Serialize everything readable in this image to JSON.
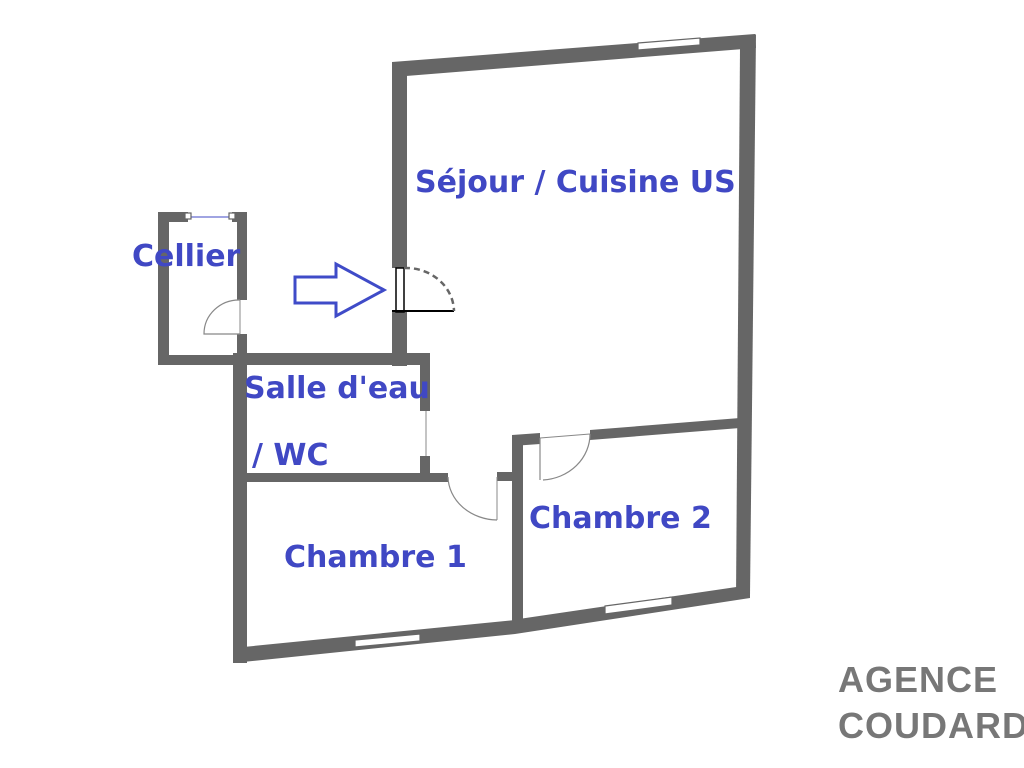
{
  "rooms": {
    "sejour": "Séjour / Cuisine US",
    "cellier": "Cellier",
    "salle_eau_line1": "Salle d'eau",
    "salle_eau_line2": "/ WC",
    "chambre1": "Chambre 1",
    "chambre2": "Chambre 2"
  },
  "logo": {
    "line1": "AGENCE",
    "line2": "COUDARD"
  },
  "colors": {
    "wall": "#666666",
    "label": "#4048c4",
    "arrow": "#3f4bc8"
  }
}
